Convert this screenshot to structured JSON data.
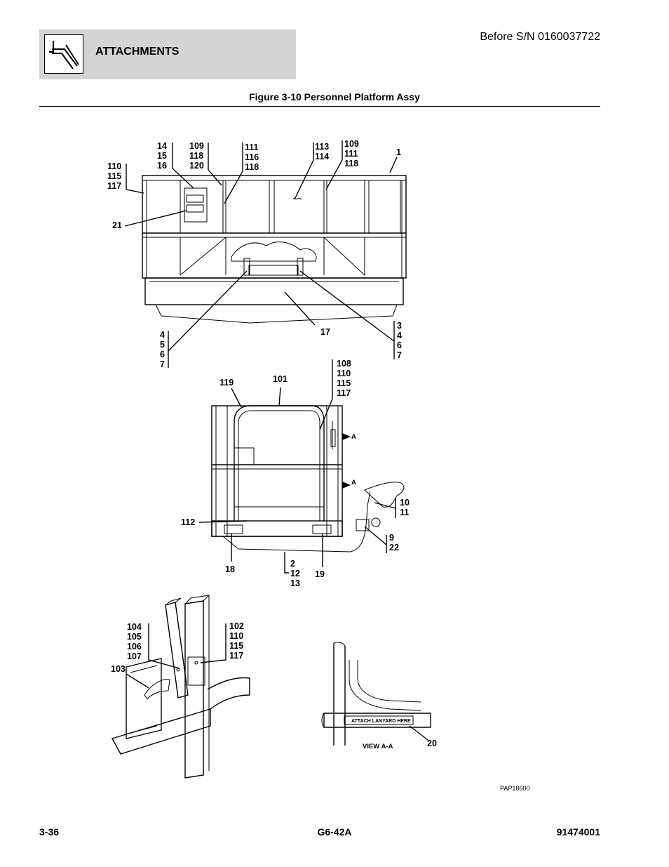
{
  "header": {
    "section_title": "ATTACHMENTS",
    "serial_note": "Before S/N 0160037722",
    "section_icon": "boom-attachment-icon"
  },
  "figure": {
    "title": "Figure 3-10 Personnel Platform Assy",
    "drawing_code": "PAP18600",
    "view_label": "VIEW A-A",
    "decal_text": "ATTACH LANYARD HERE",
    "section_marker": "A",
    "callouts": {
      "top_14_15_16": [
        "14",
        "15",
        "16"
      ],
      "top_109_118_120": [
        "109",
        "118",
        "120"
      ],
      "top_111_116_118": [
        "111",
        "116",
        "118"
      ],
      "top_113_114": [
        "113",
        "114"
      ],
      "top_109_111_118": [
        "109",
        "111",
        "118"
      ],
      "top_1": [
        "1"
      ],
      "top_110_115_117": [
        "110",
        "115",
        "117"
      ],
      "top_21": [
        "21"
      ],
      "top_4_5_6_7": [
        "4",
        "5",
        "6",
        "7"
      ],
      "top_17": [
        "17"
      ],
      "top_3_4_6_7": [
        "3",
        "4",
        "6",
        "7"
      ],
      "mid_119": [
        "119"
      ],
      "mid_101": [
        "101"
      ],
      "mid_108_110_115_117": [
        "108",
        "110",
        "115",
        "117"
      ],
      "mid_10_11": [
        "10",
        "11"
      ],
      "mid_112": [
        "112"
      ],
      "mid_9_22": [
        "9",
        "22"
      ],
      "mid_18": [
        "18"
      ],
      "mid_2_12_13": [
        "2",
        "12",
        "13"
      ],
      "mid_19": [
        "19"
      ],
      "det_104_105_106_107": [
        "104",
        "105",
        "106",
        "107"
      ],
      "det_102_110_115_117": [
        "102",
        "110",
        "115",
        "117"
      ],
      "det_103": [
        "103"
      ],
      "det_20": [
        "20"
      ]
    }
  },
  "footer": {
    "page_number": "3-36",
    "model": "G6-42A",
    "part_number": "91474001"
  }
}
